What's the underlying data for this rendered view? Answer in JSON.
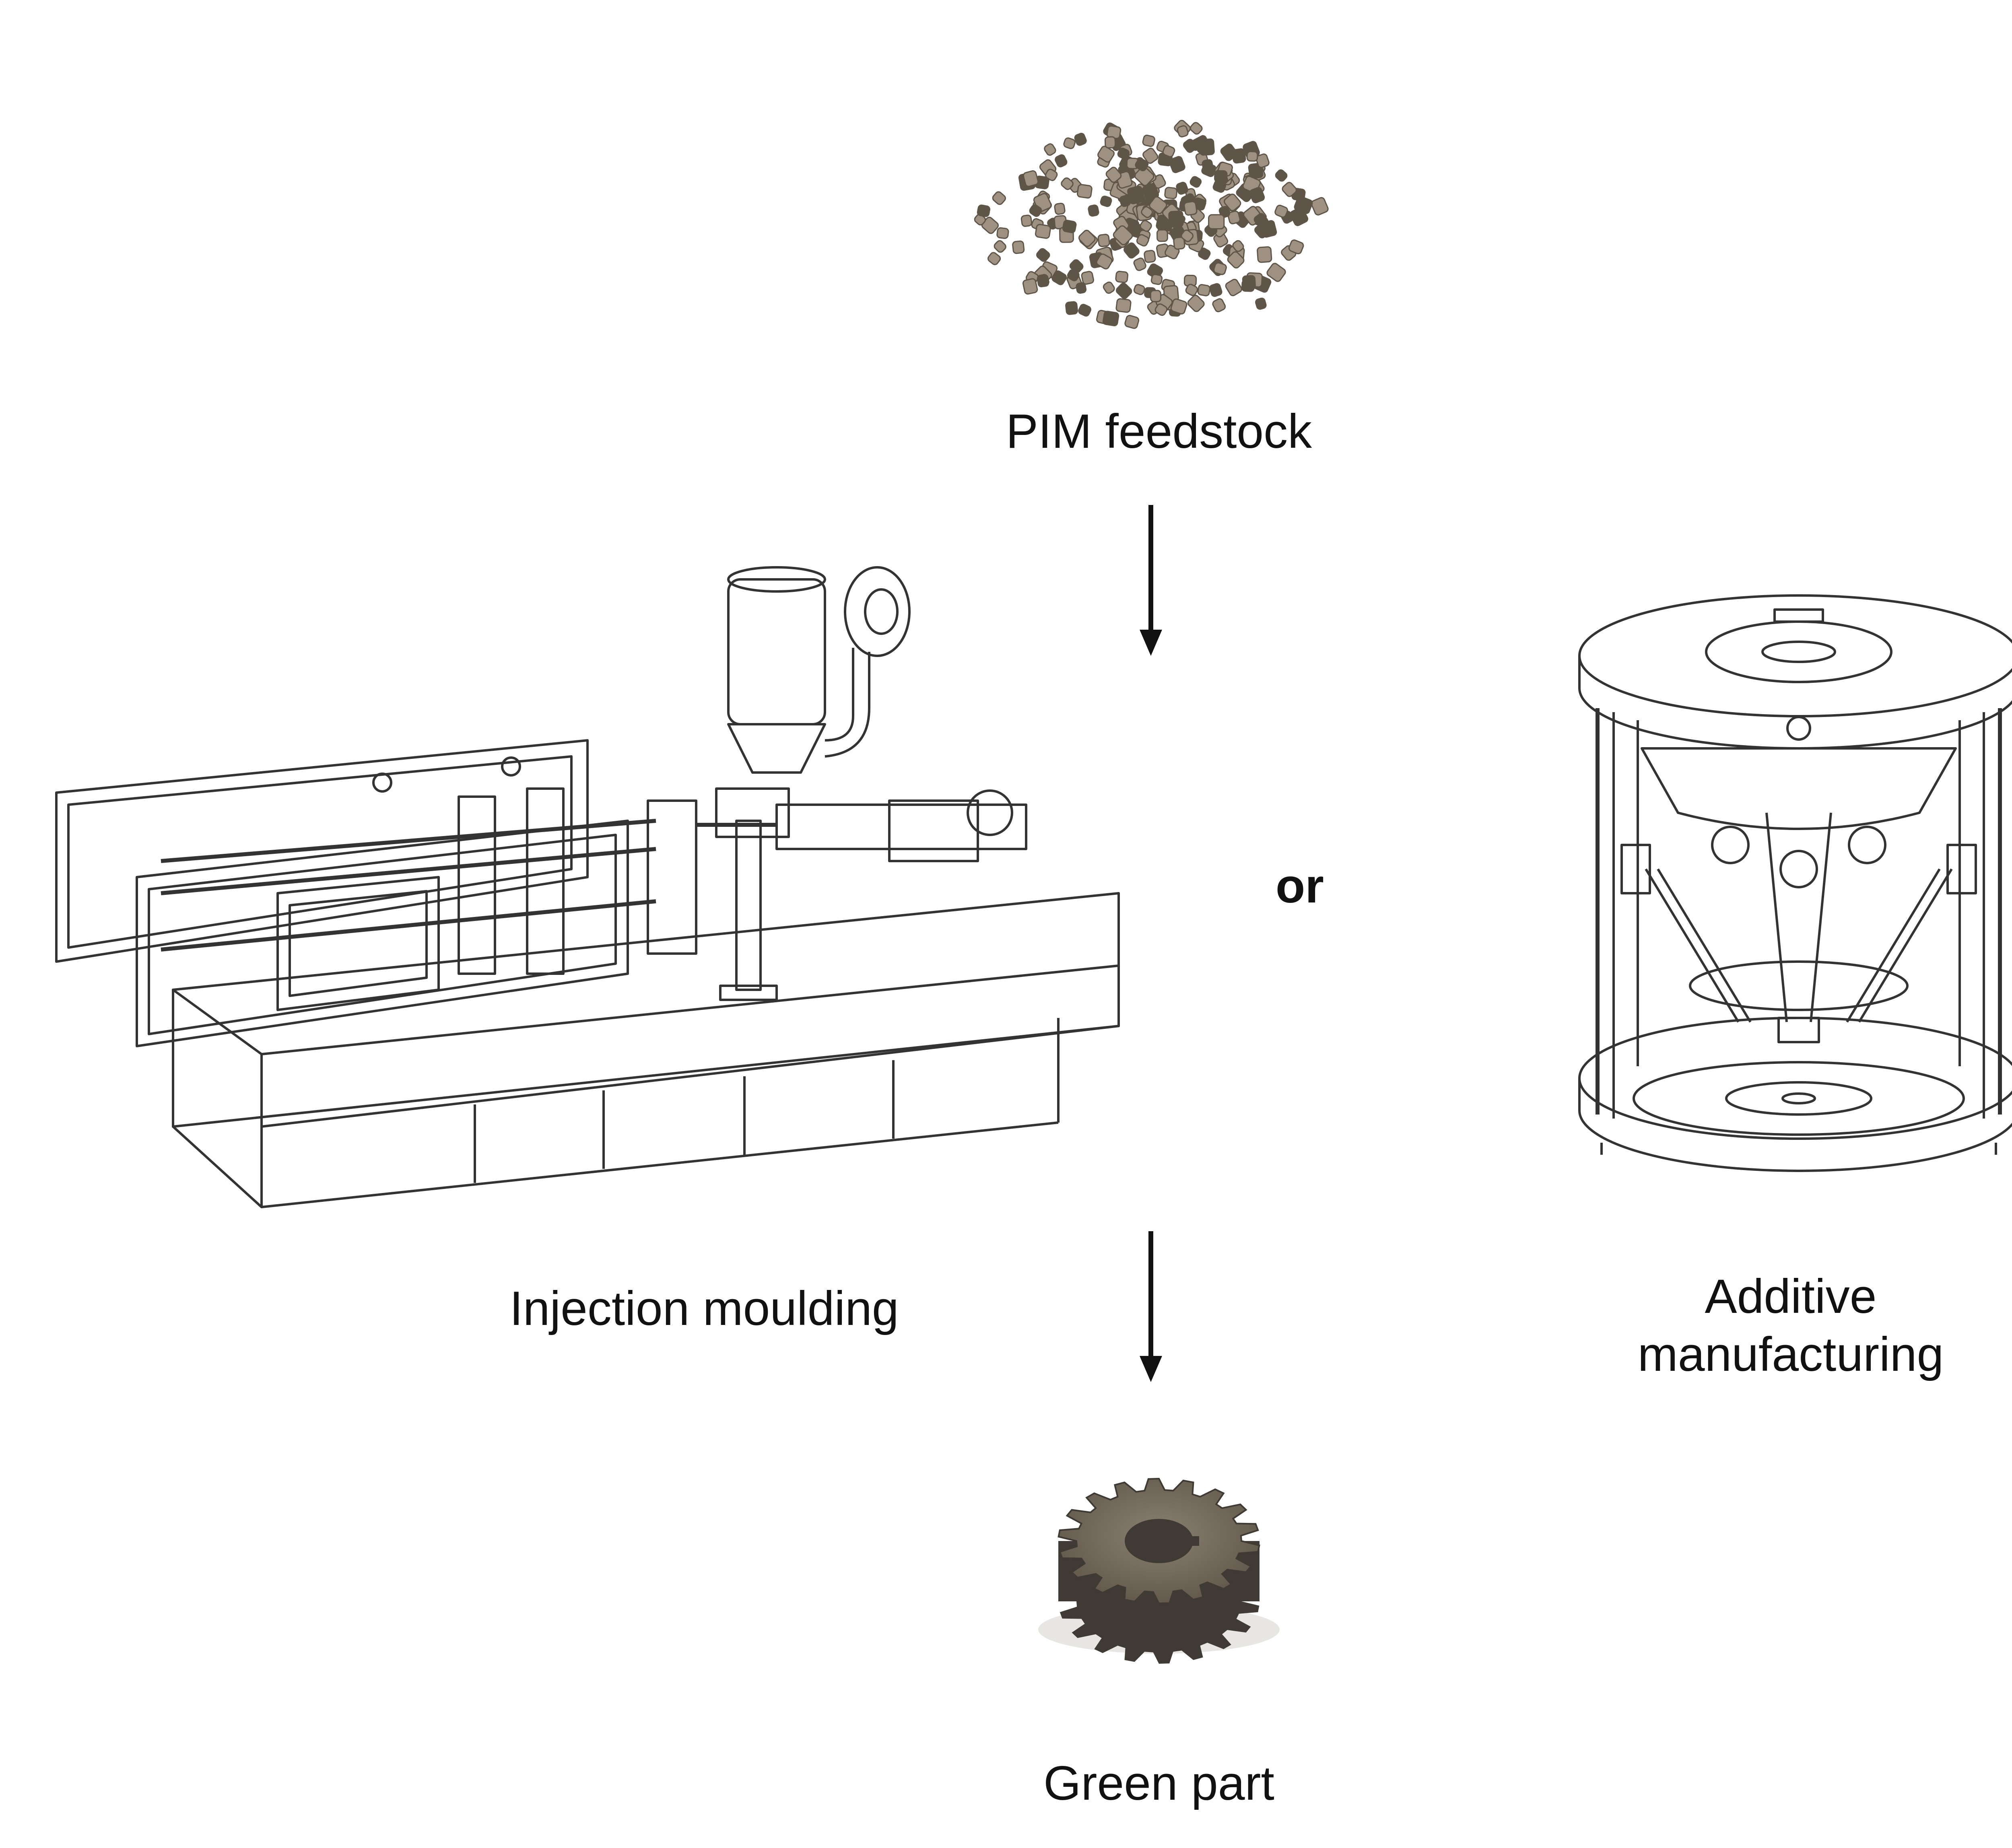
{
  "labels": {
    "feedstock": "PIM feedstock",
    "or": "or",
    "injection": "Injection moulding",
    "additive_line1": "Additive",
    "additive_line2": "manufacturing",
    "green_part": "Green part"
  },
  "colors": {
    "pellet": "#9e9181",
    "pellet_shadow": "#5e5548",
    "line_art": "#333333",
    "gear": "#6f6659",
    "gear_dark": "#3f3a33"
  },
  "icons": {
    "feedstock": "pellets-image",
    "injection_machine": "injection-moulding-machine-drawing",
    "printer": "delta-3d-printer-drawing",
    "part": "gear-part-image"
  }
}
